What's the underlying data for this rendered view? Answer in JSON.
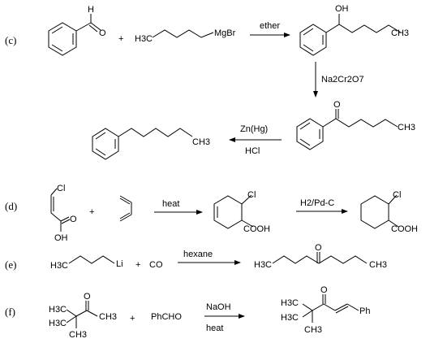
{
  "labels": {
    "c": "(c)",
    "d": "(d)",
    "e": "(e)",
    "f": "(f)"
  },
  "c": {
    "H": "H",
    "O": "O",
    "plus": "+",
    "H3C": "H3C",
    "MgBr": "MgBr",
    "reagent_ether": "ether",
    "OH": "OH",
    "CH3_top": "CH3",
    "reagent_oxidant": "Na2Cr2O7",
    "O_ketone": "O",
    "CH3_ketone": "CH3",
    "reagent_zn": "Zn(Hg)",
    "reagent_hcl": "HCl",
    "CH3_product": "CH3"
  },
  "d": {
    "Cl": "Cl",
    "O": "O",
    "OH": "OH",
    "plus": "+",
    "reagent_heat": "heat",
    "Cl_adduct": "Cl",
    "COOH_adduct": "COOH",
    "reagent_h2": "H2/Pd-C",
    "Cl_product": "Cl",
    "COOH_product": "COOH"
  },
  "e": {
    "H3C": "H3C",
    "Li": "Li",
    "plus": "+",
    "CO": "CO",
    "reagent_hexane": "hexane",
    "O": "O",
    "H3C_product": "H3C",
    "CH3_product": "CH3"
  },
  "f": {
    "O": "O",
    "H3C_a": "H3C",
    "CH3_a": "CH3",
    "H3C_b": "H3C",
    "CH3_b": "CH3",
    "plus": "+",
    "PhCHO": "PhCHO",
    "reagent_naoh": "NaOH",
    "reagent_heat": "heat",
    "O_product": "O",
    "H3C_pa": "H3C",
    "H3C_pb": "H3C",
    "CH3_pc": "CH3",
    "Ph": "Ph"
  }
}
